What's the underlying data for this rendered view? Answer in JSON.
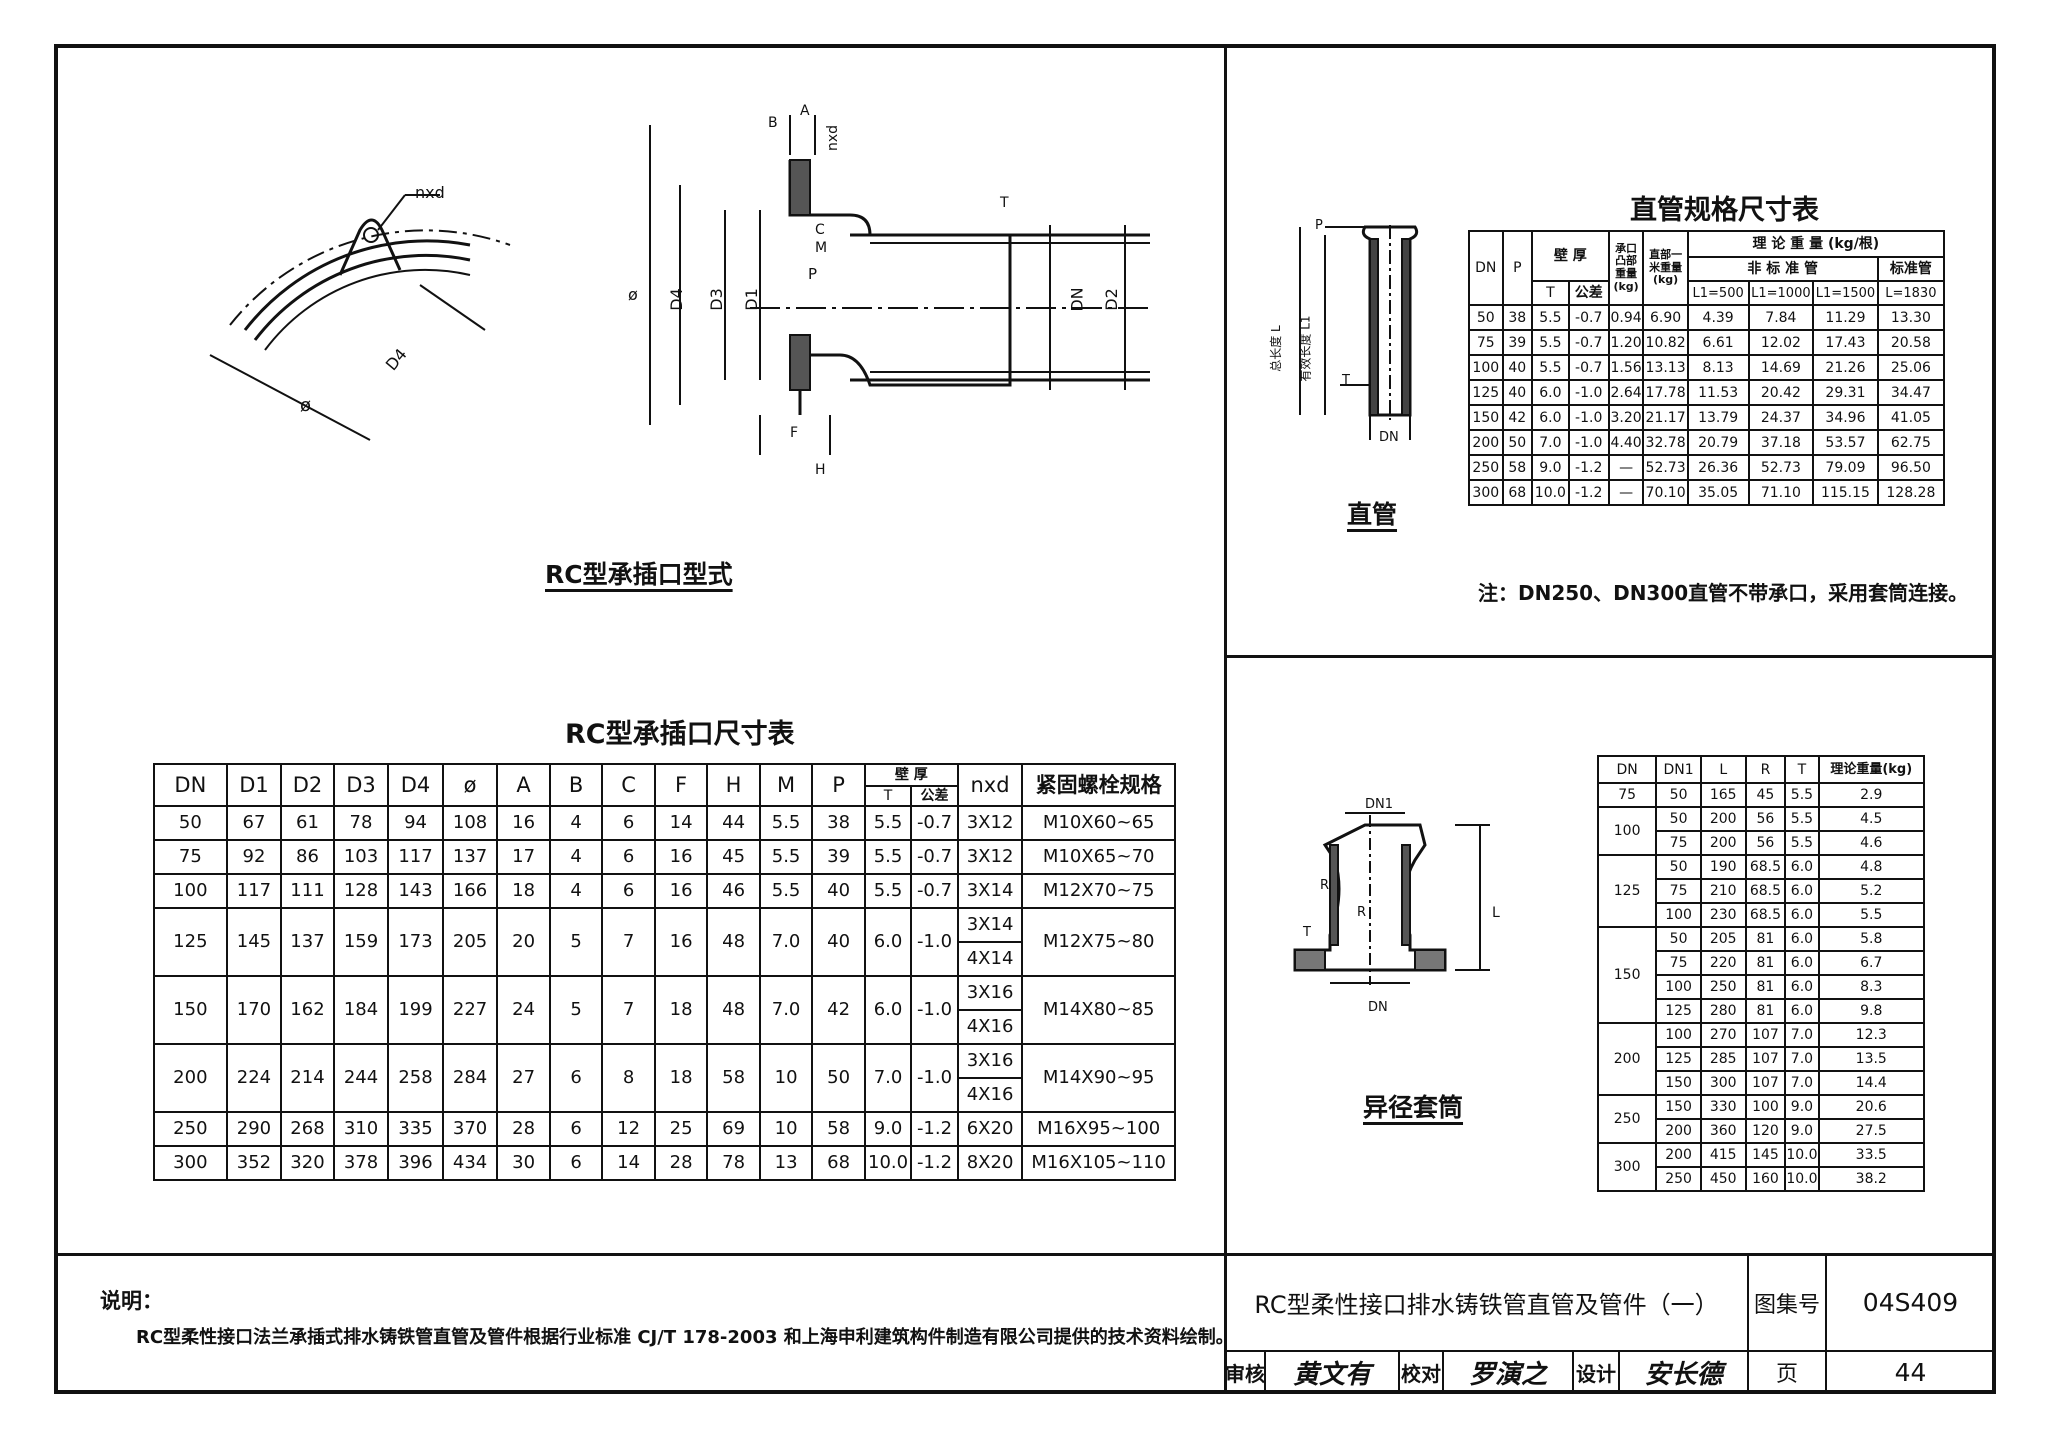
{
  "drawings": {
    "socket_caption": "RC型承插口型式",
    "pipe_caption": "直管",
    "sleeve_caption": "异径套筒",
    "labels": {
      "nxd": "nxd",
      "phi": "ø",
      "D4": "D4",
      "D3": "D3",
      "D1": "D1",
      "D2": "D2",
      "DN": "DN",
      "DN1": "DN1",
      "A": "A",
      "B": "B",
      "C": "C",
      "M": "M",
      "P": "P",
      "F": "F",
      "H": "H",
      "T": "T",
      "R": "R",
      "L": "L",
      "total_length": "总长度 L",
      "effective_length": "有效长度 L1"
    }
  },
  "rc_table": {
    "title": "RC型承插口尺寸表",
    "headers": [
      "DN",
      "D1",
      "D2",
      "D3",
      "D4",
      "ø",
      "A",
      "B",
      "C",
      "F",
      "H",
      "M",
      "P",
      "壁 厚",
      "T",
      "公差",
      "nxd",
      "紧固螺栓规格"
    ],
    "rows": [
      [
        "50",
        "67",
        "61",
        "78",
        "94",
        "108",
        "16",
        "4",
        "6",
        "14",
        "44",
        "5.5",
        "38",
        "5.5",
        "-0.7",
        "3X12",
        "M10X60~65"
      ],
      [
        "75",
        "92",
        "86",
        "103",
        "117",
        "137",
        "17",
        "4",
        "6",
        "16",
        "45",
        "5.5",
        "39",
        "5.5",
        "-0.7",
        "3X12",
        "M10X65~70"
      ],
      [
        "100",
        "117",
        "111",
        "128",
        "143",
        "166",
        "18",
        "4",
        "6",
        "16",
        "46",
        "5.5",
        "40",
        "5.5",
        "-0.7",
        "3X14",
        "M12X70~75"
      ],
      [
        "125",
        "145",
        "137",
        "159",
        "173",
        "205",
        "20",
        "5",
        "7",
        "16",
        "48",
        "7.0",
        "40",
        "6.0",
        "-1.0",
        "3X14",
        "M12X75~80"
      ],
      [
        "150",
        "170",
        "162",
        "184",
        "199",
        "227",
        "24",
        "5",
        "7",
        "18",
        "48",
        "7.0",
        "42",
        "6.0",
        "-1.0",
        "3X16",
        "M14X80~85"
      ],
      [
        "200",
        "224",
        "214",
        "244",
        "258",
        "284",
        "27",
        "6",
        "8",
        "18",
        "58",
        "10",
        "50",
        "7.0",
        "-1.0",
        "3X16",
        "M14X90~95"
      ],
      [
        "250",
        "290",
        "268",
        "310",
        "335",
        "370",
        "28",
        "6",
        "12",
        "25",
        "69",
        "10",
        "58",
        "9.0",
        "-1.2",
        "6X20",
        "M16X95~100"
      ],
      [
        "300",
        "352",
        "320",
        "378",
        "396",
        "434",
        "30",
        "6",
        "14",
        "28",
        "78",
        "13",
        "68",
        "10.0",
        "-1.2",
        "8X20",
        "M16X105~110"
      ]
    ],
    "extra_nxd": {
      "125": "4X14",
      "150": "4X16",
      "200": "4X16"
    }
  },
  "pipe_table": {
    "title": "直管规格尺寸表",
    "headers": {
      "dn": "DN",
      "p": "P",
      "wall": "壁 厚",
      "t": "T",
      "tol": "公差",
      "socket_weight": "承口凸部重量(kg)",
      "per_m": "直部一米重量(kg)",
      "theory": "理 论 重 量 (kg/根)",
      "nonstd": "非 标 准 管",
      "std": "标准管",
      "l1": "L1=500",
      "l2": "L1=1000",
      "l3": "L1=1500",
      "l4": "L=1830"
    },
    "rows": [
      [
        "50",
        "38",
        "5.5",
        "-0.7",
        "0.94",
        "6.90",
        "4.39",
        "7.84",
        "11.29",
        "13.30"
      ],
      [
        "75",
        "39",
        "5.5",
        "-0.7",
        "1.20",
        "10.82",
        "6.61",
        "12.02",
        "17.43",
        "20.58"
      ],
      [
        "100",
        "40",
        "5.5",
        "-0.7",
        "1.56",
        "13.13",
        "8.13",
        "14.69",
        "21.26",
        "25.06"
      ],
      [
        "125",
        "40",
        "6.0",
        "-1.0",
        "2.64",
        "17.78",
        "11.53",
        "20.42",
        "29.31",
        "34.47"
      ],
      [
        "150",
        "42",
        "6.0",
        "-1.0",
        "3.20",
        "21.17",
        "13.79",
        "24.37",
        "34.96",
        "41.05"
      ],
      [
        "200",
        "50",
        "7.0",
        "-1.0",
        "4.40",
        "32.78",
        "20.79",
        "37.18",
        "53.57",
        "62.75"
      ],
      [
        "250",
        "58",
        "9.0",
        "-1.2",
        "—",
        "52.73",
        "26.36",
        "52.73",
        "79.09",
        "96.50"
      ],
      [
        "300",
        "68",
        "10.0",
        "-1.2",
        "—",
        "70.10",
        "35.05",
        "71.10",
        "115.15",
        "128.28"
      ]
    ],
    "note": "注：DN250、DN300直管不带承口，采用套筒连接。"
  },
  "sleeve_table": {
    "headers": [
      "DN",
      "DN1",
      "L",
      "R",
      "T",
      "理论重量(kg)"
    ],
    "groups": [
      {
        "dn": "75",
        "rows": [
          [
            "50",
            "165",
            "45",
            "5.5",
            "2.9"
          ]
        ]
      },
      {
        "dn": "100",
        "rows": [
          [
            "50",
            "200",
            "56",
            "5.5",
            "4.5"
          ],
          [
            "75",
            "200",
            "56",
            "5.5",
            "4.6"
          ]
        ]
      },
      {
        "dn": "125",
        "rows": [
          [
            "50",
            "190",
            "68.5",
            "6.0",
            "4.8"
          ],
          [
            "75",
            "210",
            "68.5",
            "6.0",
            "5.2"
          ],
          [
            "100",
            "230",
            "68.5",
            "6.0",
            "5.5"
          ]
        ]
      },
      {
        "dn": "150",
        "rows": [
          [
            "50",
            "205",
            "81",
            "6.0",
            "5.8"
          ],
          [
            "75",
            "220",
            "81",
            "6.0",
            "6.7"
          ],
          [
            "100",
            "250",
            "81",
            "6.0",
            "8.3"
          ],
          [
            "125",
            "280",
            "81",
            "6.0",
            "9.8"
          ]
        ]
      },
      {
        "dn": "200",
        "rows": [
          [
            "100",
            "270",
            "107",
            "7.0",
            "12.3"
          ],
          [
            "125",
            "285",
            "107",
            "7.0",
            "13.5"
          ],
          [
            "150",
            "300",
            "107",
            "7.0",
            "14.4"
          ]
        ]
      },
      {
        "dn": "250",
        "rows": [
          [
            "150",
            "330",
            "100",
            "9.0",
            "20.6"
          ],
          [
            "200",
            "360",
            "120",
            "9.0",
            "27.5"
          ]
        ]
      },
      {
        "dn": "300",
        "rows": [
          [
            "200",
            "415",
            "145",
            "10.0",
            "33.5"
          ],
          [
            "250",
            "450",
            "160",
            "10.0",
            "38.2"
          ]
        ]
      }
    ]
  },
  "footer": {
    "note_label": "说明：",
    "note_text": "RC型柔性接口法兰承插式排水铸铁管直管及管件根据行业标准 CJ/T 178-2003 和上海申利建筑构件制造有限公司提供的技术资料绘制。",
    "drawing_title": "RC型柔性接口排水铸铁管直管及管件（一）",
    "atlas_label": "图集号",
    "atlas_no": "04S409",
    "review_label": "审核",
    "reviewer": "黄文有",
    "check_label": "校对",
    "checker": "罗演之",
    "design_label": "设计",
    "designer": "安长德",
    "page_label": "页",
    "page_no": "44"
  }
}
